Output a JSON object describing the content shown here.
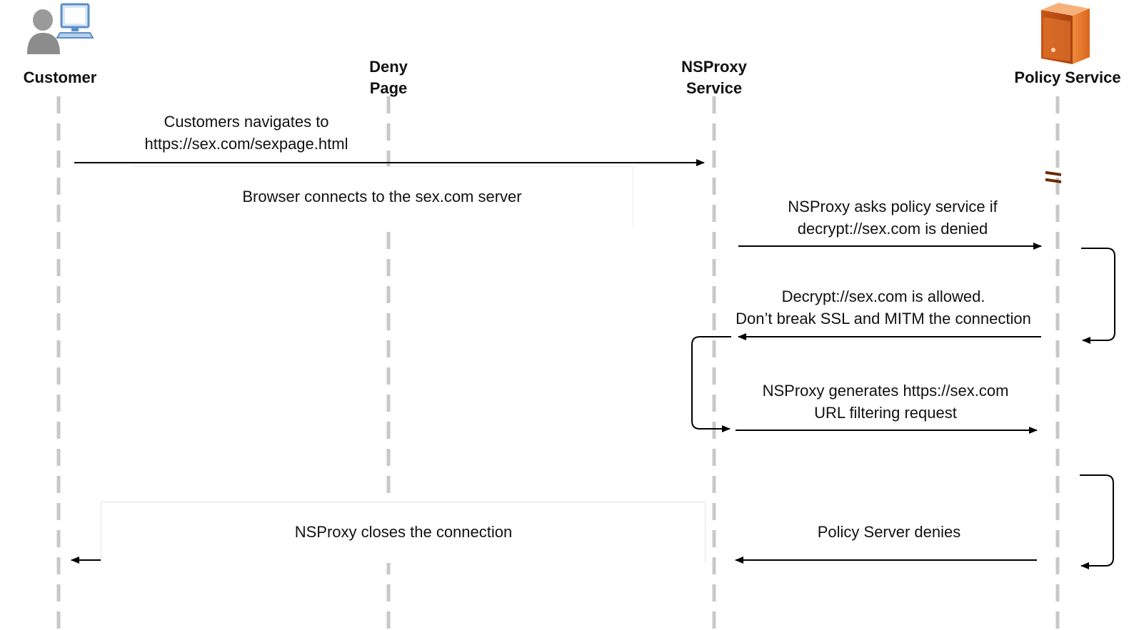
{
  "actors": {
    "customer": {
      "label": "Customer",
      "icon": "user-computer-icon"
    },
    "deny_page": {
      "label_line1": "Deny",
      "label_line2": "Page"
    },
    "nsproxy": {
      "label_line1": "NSProxy",
      "label_line2": "Service"
    },
    "policy": {
      "label": "Policy Service",
      "icon": "server-icon"
    }
  },
  "messages": {
    "m1_line1": "Customers navigates to",
    "m1_line2": "https://sex.com/sexpage.html",
    "m2": "Browser connects to the sex.com server",
    "m3_line1": "NSProxy asks policy service if",
    "m3_line2": "decrypt://sex.com is denied",
    "m4_line1": "Decrypt://sex.com is allowed.",
    "m4_line2": "Don’t break SSL and MITM the connection",
    "m5_line1": "NSProxy generates https://sex.com",
    "m5_line2": "URL filtering request",
    "m6": "NSProxy closes the connection",
    "m7": "Policy Server denies"
  },
  "colors": {
    "lifeline": "#c8c8c8",
    "arrow": "#000000",
    "server_orange": "#e8752a",
    "user_gray": "#8c8c8c",
    "monitor_blue": "#5b8fc9"
  }
}
